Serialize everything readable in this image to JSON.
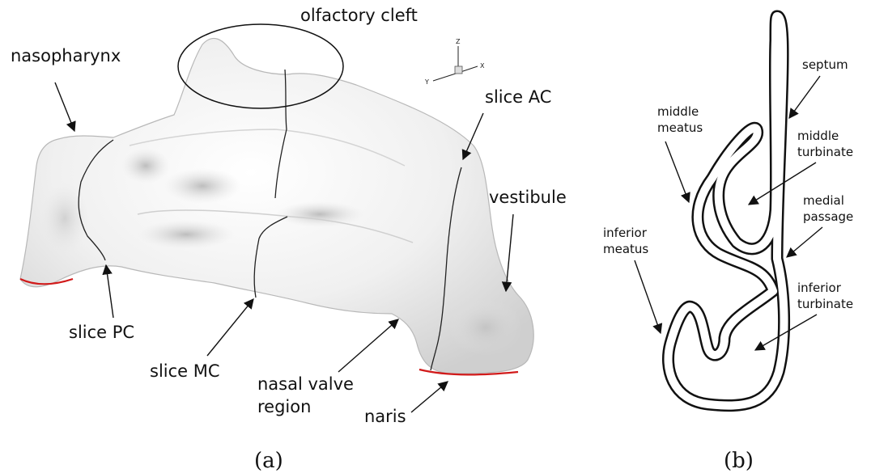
{
  "panel_a": {
    "caption": "(a)",
    "axes": {
      "z": "Z",
      "x": "X",
      "y": "Y"
    },
    "labels": {
      "olfactory_cleft": "olfactory cleft",
      "nasopharynx": "nasopharynx",
      "slice_ac": "slice AC",
      "vestibule": "vestibule",
      "slice_pc": "slice PC",
      "slice_mc": "slice MC",
      "nasal_valve_line1": "nasal valve",
      "nasal_valve_line2": "region",
      "naris": "naris"
    }
  },
  "panel_b": {
    "caption": "(b)",
    "labels": {
      "septum": "septum",
      "middle_meatus_line1": "middle",
      "middle_meatus_line2": "meatus",
      "middle_turbinate_line1": "middle",
      "middle_turbinate_line2": "turbinate",
      "medial_passage_line1": "medial",
      "medial_passage_line2": "passage",
      "inferior_meatus_line1": "inferior",
      "inferior_meatus_line2": "meatus",
      "inferior_turbinate_line1": "inferior",
      "inferior_turbinate_line2": "turbinate"
    }
  },
  "colors": {
    "surface": "#e9e9e9",
    "outlet_edge": "#d11a1a",
    "ink": "#111111"
  }
}
